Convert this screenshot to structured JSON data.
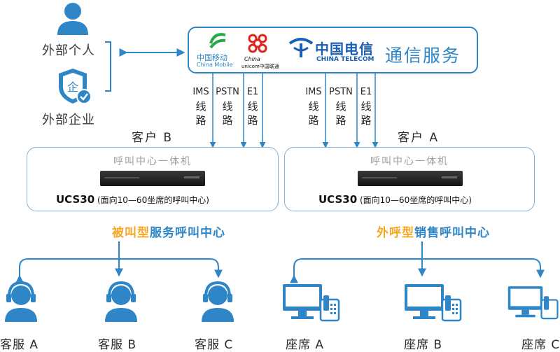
{
  "external": {
    "person_label": "外部个人",
    "enterprise_label": "外部企业"
  },
  "carriers": {
    "mobile_cn": "中国移动",
    "mobile_en": "China Mobile",
    "unicom_en1": "China",
    "unicom_en2": "unicom中国联通",
    "telecom_cn": "中国电信",
    "telecom_en": "CHINA TELECOM",
    "service_title": "通信服务"
  },
  "lines_b": [
    {
      "top": "IMS",
      "cn": [
        "线",
        "路"
      ]
    },
    {
      "top": "PSTN",
      "cn": [
        "线",
        "路"
      ]
    },
    {
      "top": "E1",
      "cn": [
        "线",
        "路"
      ]
    }
  ],
  "lines_a": [
    {
      "top": "IMS",
      "cn": [
        "线",
        "路"
      ]
    },
    {
      "top": "PSTN",
      "cn": [
        "线",
        "路"
      ]
    },
    {
      "top": "E1",
      "cn": [
        "线",
        "路"
      ]
    }
  ],
  "customers": {
    "b": "客户 B",
    "a": "客户 A"
  },
  "centers": {
    "left": {
      "title": "呼叫中心一体机",
      "model": "UCS30",
      "desc": "(面向10—60坐席的呼叫中心)"
    },
    "right": {
      "title": "呼叫中心一体机",
      "model": "UCS30",
      "desc": "(面向10—60坐席的呼叫中心)"
    }
  },
  "types": {
    "inbound_prefix": "被叫型",
    "inbound_suffix": "服务呼叫中心",
    "outbound_prefix": "外呼型",
    "outbound_suffix": "销售呼叫中心"
  },
  "agents_left": [
    "客服 A",
    "客服 B",
    "客服 C"
  ],
  "agents_right": [
    "座席 A",
    "座席 B",
    "座席 C"
  ],
  "colors": {
    "brand_blue": "#2e86c7",
    "accent_orange": "#f5a623",
    "mobile_green": "#2aa845",
    "unicom_red": "#e0261c",
    "telecom_blue": "#1a5fb4"
  }
}
